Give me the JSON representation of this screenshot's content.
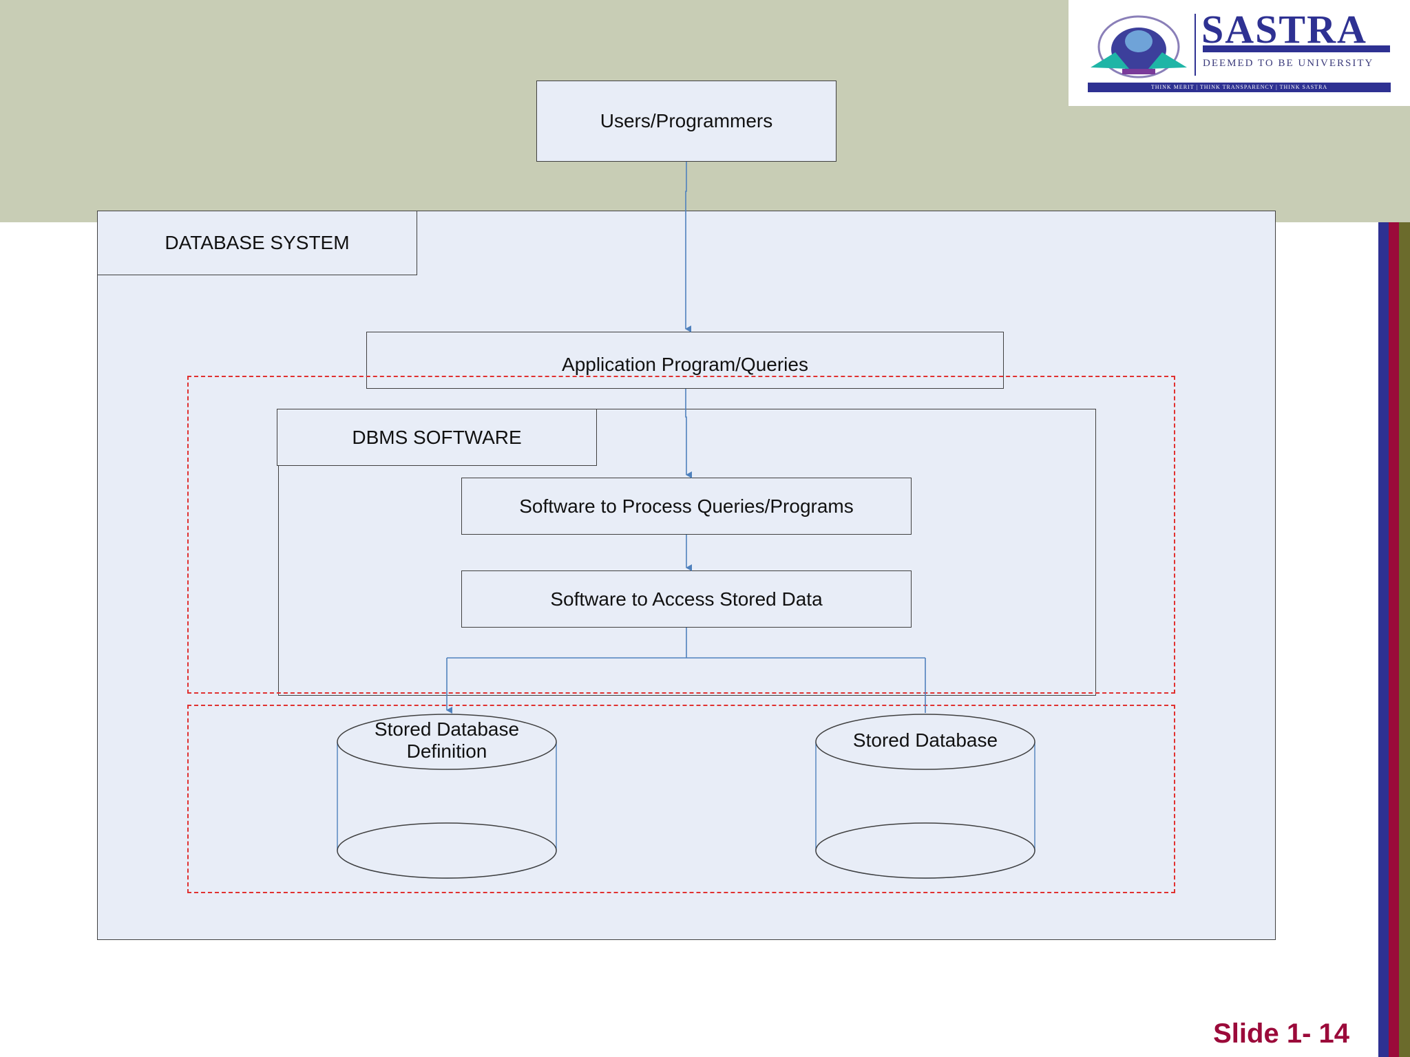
{
  "header": {
    "logo": {
      "name": "SASTRA",
      "tagline": "DEEMED TO BE UNIVERSITY",
      "motto": "THINK MERIT | THINK TRANSPARENCY | THINK SASTRA"
    }
  },
  "diagram": {
    "users_label": "Users/Programmers",
    "database_system_label": "DATABASE SYSTEM",
    "application_label": "Application Program/Queries",
    "dbms_software_label": "DBMS SOFTWARE",
    "process_queries_label": "Software to Process Queries/Programs",
    "access_data_label": "Software to Access Stored Data",
    "stored_definition_label_line1": "Stored Database",
    "stored_definition_label_line2": "Definition",
    "stored_database_label": "Stored Database"
  },
  "footer": {
    "slide_number": "Slide 1- 14"
  },
  "colors": {
    "header_band": "#c8cdb5",
    "box_fill": "#e8edf7",
    "connector": "#4f81bd",
    "dashed_region": "#e0302f",
    "slide_number": "#9b0a3a",
    "stripe_blue": "#2e3192",
    "stripe_red": "#9b0a3a",
    "stripe_olive": "#6b6b2c"
  }
}
